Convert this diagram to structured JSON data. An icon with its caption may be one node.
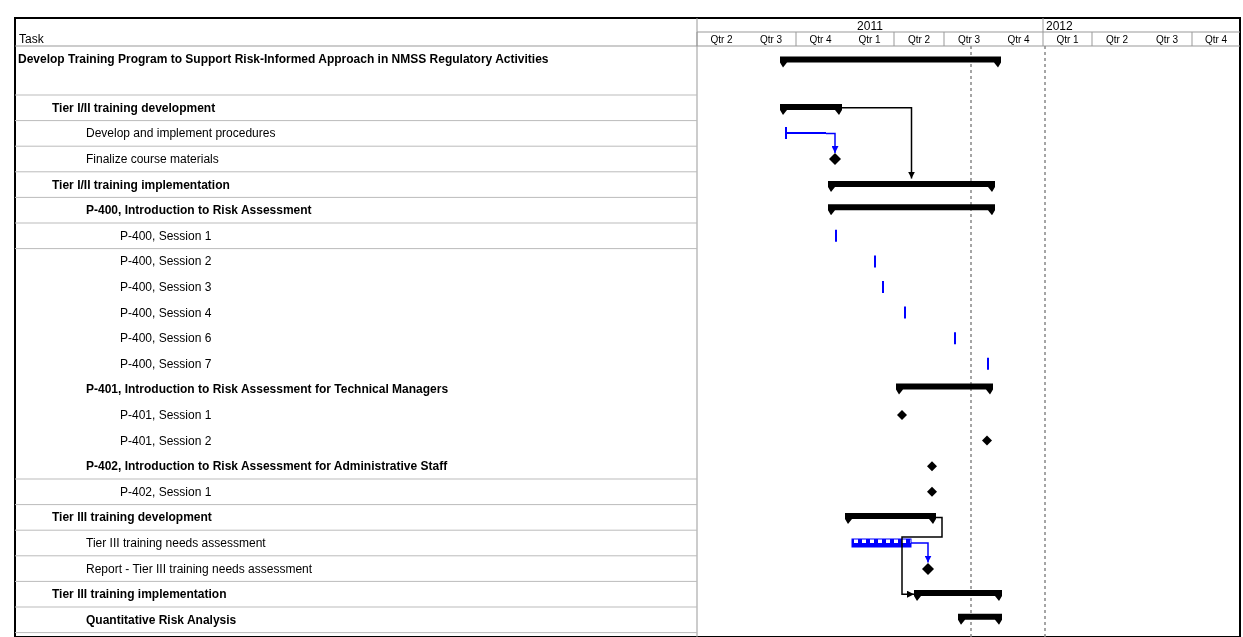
{
  "diagram": {
    "nodes": [
      {
        "text": [],
        "shape": "bar"
      },
      {
        "text": [],
        "shape": "bar"
      },
      {
        "text": [],
        "shape": "diamond"
      },
      {
        "text": [],
        "shape": "bar"
      },
      {
        "text": [],
        "shape": "bar"
      },
      {
        "text": [],
        "shape": "bar"
      },
      {
        "text": [],
        "shape": "diamond"
      },
      {
        "text": [],
        "shape": "bar"
      }
    ],
    "edges": [
      {
        "from": 0,
        "to": 3,
        "arrow": "to"
      },
      {
        "from": 1,
        "to": 2,
        "arrow": "to",
        "color": "#0000ff"
      },
      {
        "from": 4,
        "to": 7,
        "arrow": "to"
      },
      {
        "from": 5,
        "to": 6,
        "arrow": "to",
        "color": "#0000ff"
      }
    ],
    "labels": [
      "2011",
      "2012",
      "Task",
      "Qtr 2",
      "Qtr 3",
      "Qtr 4",
      "Qtr 1",
      "Qtr 2",
      "Qtr 3",
      "Qtr 4",
      "Qtr 1",
      "Qtr 2",
      "Qtr 3",
      "Qtr 4",
      "Develop Training Program to Support Risk-Informed Approach in NMSS Regulatory Activities",
      "Tier I/II training development",
      "Develop and implement procedures",
      "Finalize course materials",
      "Tier I/II training implementation",
      "P-400, Introduction to Risk Assessment",
      "P-400, Session 1",
      "P-400, Session 2",
      "P-400, Session 3",
      "P-400, Session 4",
      "P-400, Session 6",
      "P-400, Session 7",
      "P-401, Introduction to Risk Assessment for Technical Managers",
      "P-401, Session 1",
      "P-401, Session 2",
      "P-402, Introduction to Risk Assessment for Administrative Staff",
      "P-402, Session 1",
      "Tier III training development",
      "Tier III training needs assessment",
      "Report - Tier III training needs assessment",
      "Tier III training implementation",
      "Quantitative Risk Analysis"
    ]
  }
}
